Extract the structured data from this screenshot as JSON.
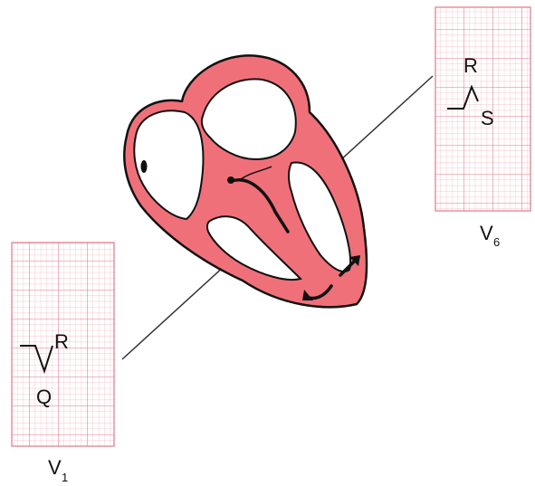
{
  "colors": {
    "heart_wall": "#f0707a",
    "outline": "#111111",
    "grid_fine": "#f4b6bf",
    "grid_major": "#e07887",
    "axis_line": "#333333"
  },
  "lead_v1": {
    "name": "V",
    "subscript": "1",
    "wave_r": "R",
    "wave_q": "Q"
  },
  "lead_v6": {
    "name": "V",
    "subscript": "6",
    "wave_r": "R",
    "wave_s": "S"
  }
}
